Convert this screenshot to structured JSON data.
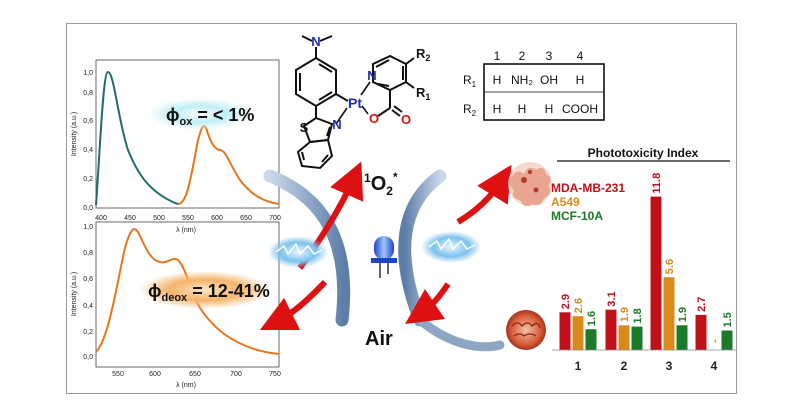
{
  "spectrum_top": {
    "ylabel": "Intensity (a.u.)",
    "xlabel": "λ (nm)",
    "yticks": [
      "0,0",
      "0,2",
      "0,4",
      "0,6",
      "0,8",
      "1,0"
    ],
    "xticks": [
      "400",
      "450",
      "500",
      "550",
      "600",
      "650",
      "700"
    ],
    "phi_label": "ϕ",
    "phi_sub": "ox",
    "phi_value": " = < 1%"
  },
  "spectrum_bottom": {
    "ylabel": "Intensity (a.u.)",
    "xlabel": "λ (nm)",
    "yticks": [
      "0,0",
      "0,2",
      "0,4",
      "0,6",
      "0,8",
      "1,0"
    ],
    "xticks": [
      "550",
      "600",
      "650",
      "700",
      "750"
    ],
    "phi_label": "ϕ",
    "phi_sub": "deox",
    "phi_value": " = 12-41%"
  },
  "molecule": {
    "metal": "Pt",
    "nme2": "N",
    "s_atom": "S",
    "n_thiazole": "N",
    "n_pyridine": "N",
    "o_ester": "O",
    "o_carbonyl": "O",
    "r1": "R",
    "r1_sub": "1",
    "r2": "R",
    "r2_sub": "2"
  },
  "substituent_table": {
    "columns": [
      "1",
      "2",
      "3",
      "4"
    ],
    "rows": [
      {
        "label": "R",
        "sub": "1",
        "cells": [
          "H",
          "NH₂",
          "OH",
          "H"
        ]
      },
      {
        "label": "R",
        "sub": "2",
        "cells": [
          "H",
          "H",
          "H",
          "COOH"
        ]
      }
    ]
  },
  "cycle": {
    "singlet_oxygen_sup": "1",
    "singlet_oxygen": "O",
    "singlet_oxygen_sub": "2",
    "singlet_oxygen_star": "*",
    "air": "Air"
  },
  "chart_data": {
    "type": "bar",
    "title": "Phototoxicity Index",
    "categories": [
      "1",
      "2",
      "3",
      "4"
    ],
    "series": [
      {
        "name": "MDA-MB-231",
        "color": "#c0101a",
        "values": [
          2.9,
          3.1,
          11.8,
          2.7
        ]
      },
      {
        "name": "A549",
        "color": "#d98a1a",
        "values": [
          2.6,
          1.9,
          5.6,
          null
        ]
      },
      {
        "name": "MCF-10A",
        "color": "#1d7a2a",
        "values": [
          1.6,
          1.8,
          1.9,
          1.5
        ]
      }
    ],
    "value_labels": [
      [
        "2.9",
        "3.1",
        "11.8",
        "2.7"
      ],
      [
        "2.6",
        "1.9",
        "5.6",
        "-"
      ],
      [
        "1.6",
        "1.8",
        "1.9",
        "1.5"
      ]
    ],
    "ylim": [
      0,
      12
    ]
  }
}
